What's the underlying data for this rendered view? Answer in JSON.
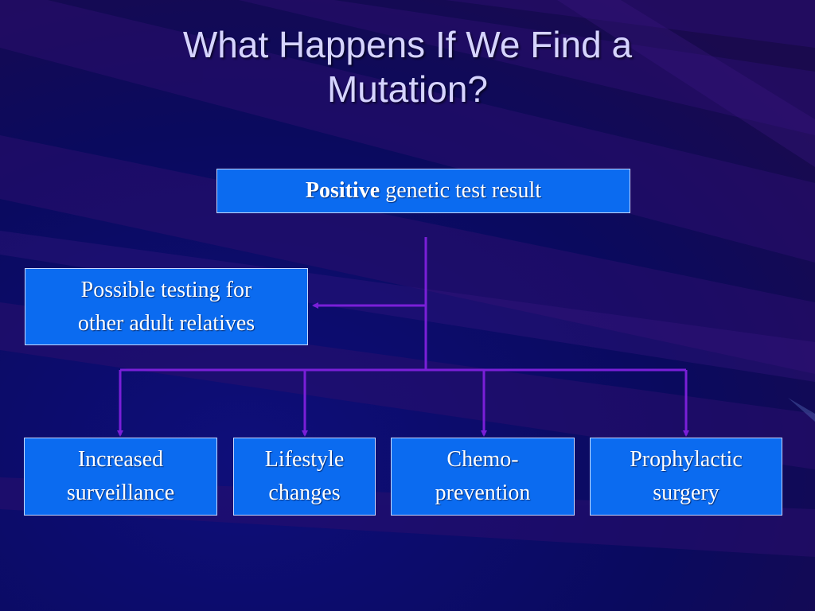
{
  "title": {
    "line1": "What Happens If We Find a",
    "line2": "Mutation?"
  },
  "root": {
    "bold": "Positive",
    "rest": " genetic test result"
  },
  "side": {
    "line1": "Possible testing for",
    "line2": "other adult relatives"
  },
  "options": [
    {
      "line1": "Increased",
      "line2": "surveillance"
    },
    {
      "line1": "Lifestyle",
      "line2": "changes"
    },
    {
      "line1": "Chemo-",
      "line2": "prevention"
    },
    {
      "line1": "Prophylactic",
      "line2": "surgery"
    }
  ],
  "colors": {
    "background": "#0c0c6a",
    "box_fill": "#0b6bf0",
    "connector": "#7a1fd8",
    "title_text": "#d6d4ff"
  }
}
